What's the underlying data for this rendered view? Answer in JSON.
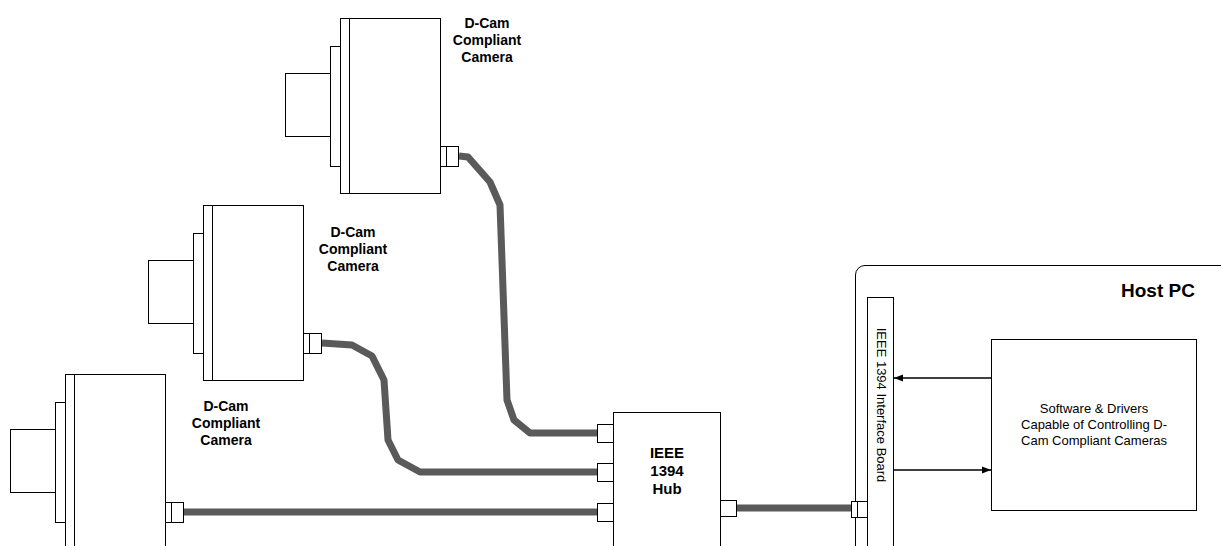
{
  "diagram": {
    "nodes": [
      {
        "text": [
          "D-Cam Compliant Camera"
        ]
      },
      {
        "text": [
          "D-Cam Compliant Camera"
        ]
      },
      {
        "text": [
          "D-Cam Compliant Camera"
        ]
      },
      {
        "text": [
          "IEEE 1394 Hub"
        ]
      },
      {
        "text": [
          "Host PC"
        ]
      },
      {
        "text": [
          "IEEE 1394 Interface Board"
        ],
        "in": 4
      },
      {
        "text": [
          "Software & Drivers Capable of Controlling D-Cam Compliant Cameras"
        ],
        "in": 4
      }
    ],
    "edges": [
      {
        "from": 0,
        "to": 3,
        "arrow": "none"
      },
      {
        "from": 1,
        "to": 3,
        "arrow": "none"
      },
      {
        "from": 2,
        "to": 3,
        "arrow": "none"
      },
      {
        "from": 3,
        "to": 5,
        "arrow": "none"
      },
      {
        "from": 6,
        "to": 5,
        "arrow": "to"
      },
      {
        "from": 5,
        "to": 6,
        "arrow": "to"
      }
    ]
  }
}
